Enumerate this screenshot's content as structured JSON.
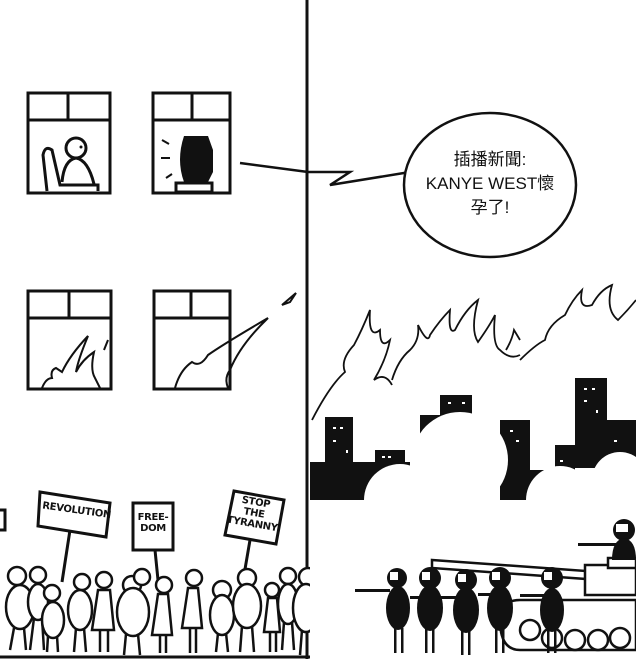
{
  "comic": {
    "panels": [
      {
        "name": "left-panel",
        "description": "building with windows, TV, burning windows, protesters"
      },
      {
        "name": "right-panel",
        "description": "burning city skyline, smoke, soldiers and tank"
      }
    ],
    "speech_bubble": {
      "line1": "插播新聞:",
      "line2": "KANYE WEST懷",
      "line3": "孕了!"
    },
    "signs": [
      {
        "label": "REVOLUTION"
      },
      {
        "label_line1": "FREE-",
        "label_line2": "DOM"
      },
      {
        "label_line1": "STOP",
        "label_line2": "THE",
        "label_line3": "TYRANNY"
      }
    ],
    "colors": {
      "ink": "#111111",
      "paper": "#ffffff",
      "window_lit": "#2a2a2a"
    }
  }
}
